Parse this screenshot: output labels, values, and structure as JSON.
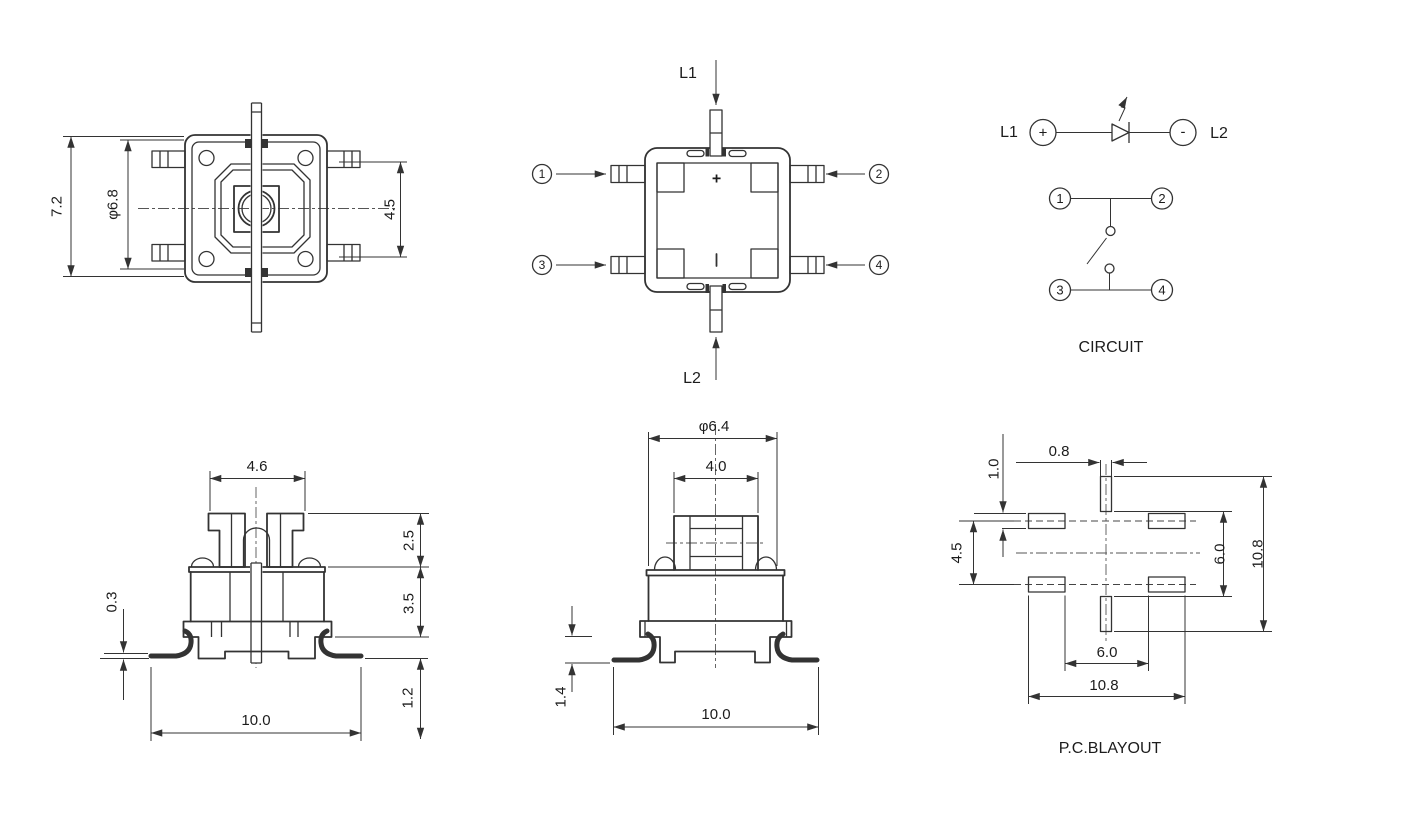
{
  "meta": {
    "background": "#ffffff",
    "line_color": "#333333",
    "drawing_type": "tact-switch-with-led-dimension-drawing"
  },
  "top_view": {
    "dim_height": "7.2",
    "dim_inner_diameter": "φ6.8",
    "dim_pin_span": "4.5"
  },
  "bottom_view": {
    "lead_top": "L1",
    "lead_bottom": "L2",
    "pin_1": "1",
    "pin_2": "2",
    "pin_3": "3",
    "pin_4": "4",
    "polarity_plus": "+"
  },
  "circuit": {
    "lead_left": "L1",
    "lead_left_polarity": "+",
    "lead_right_polarity": "-",
    "lead_right": "L2",
    "terminal_1": "1",
    "terminal_2": "2",
    "terminal_3": "3",
    "terminal_4": "4",
    "caption": "CIRCUIT"
  },
  "front_view": {
    "dim_plunger_width": "4.6",
    "dim_plunger_height": "2.5",
    "dim_body_height": "3.5",
    "dim_foot_thickness": "0.3",
    "dim_foot_height": "1.2",
    "dim_width": "10.0"
  },
  "side_view": {
    "dim_cap_diameter": "φ6.4",
    "dim_plunger_width": "4.0",
    "dim_leg_height": "1.4",
    "dim_width": "10.0"
  },
  "pcb_layout": {
    "dim_slot_width": "0.8",
    "dim_pad_height": "1.0",
    "dim_pad_pitch": "4.5",
    "dim_slot_span": "6.0",
    "dim_pattern_height": "10.8",
    "dim_pad_gap": "6.0",
    "dim_pattern_width": "10.8",
    "caption": "P.C.BLAYOUT"
  }
}
